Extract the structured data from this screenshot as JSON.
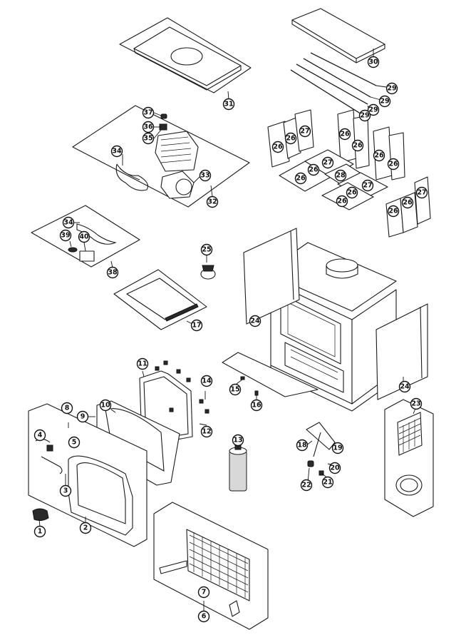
{
  "callouts": {
    "c1": "1",
    "c2": "2",
    "c3": "3",
    "c4": "4",
    "c5": "5",
    "c6": "6",
    "c7": "7",
    "c8": "8",
    "c9": "9",
    "c10": "10",
    "c11": "11",
    "c12": "12",
    "c13": "13",
    "c14": "14",
    "c15": "15",
    "c16": "16",
    "c17": "17",
    "c18": "18",
    "c19": "19",
    "c20": "20",
    "c21": "21",
    "c22": "22",
    "c23": "23",
    "c24": "24",
    "c25": "25",
    "c26": "26",
    "c27": "27",
    "c28": "28",
    "c29": "29",
    "c30": "30",
    "c31": "31",
    "c32": "32",
    "c33": "33",
    "c34": "34",
    "c35": "35",
    "c36": "36",
    "c37": "37",
    "c38": "38",
    "c39": "39",
    "c40": "40"
  }
}
